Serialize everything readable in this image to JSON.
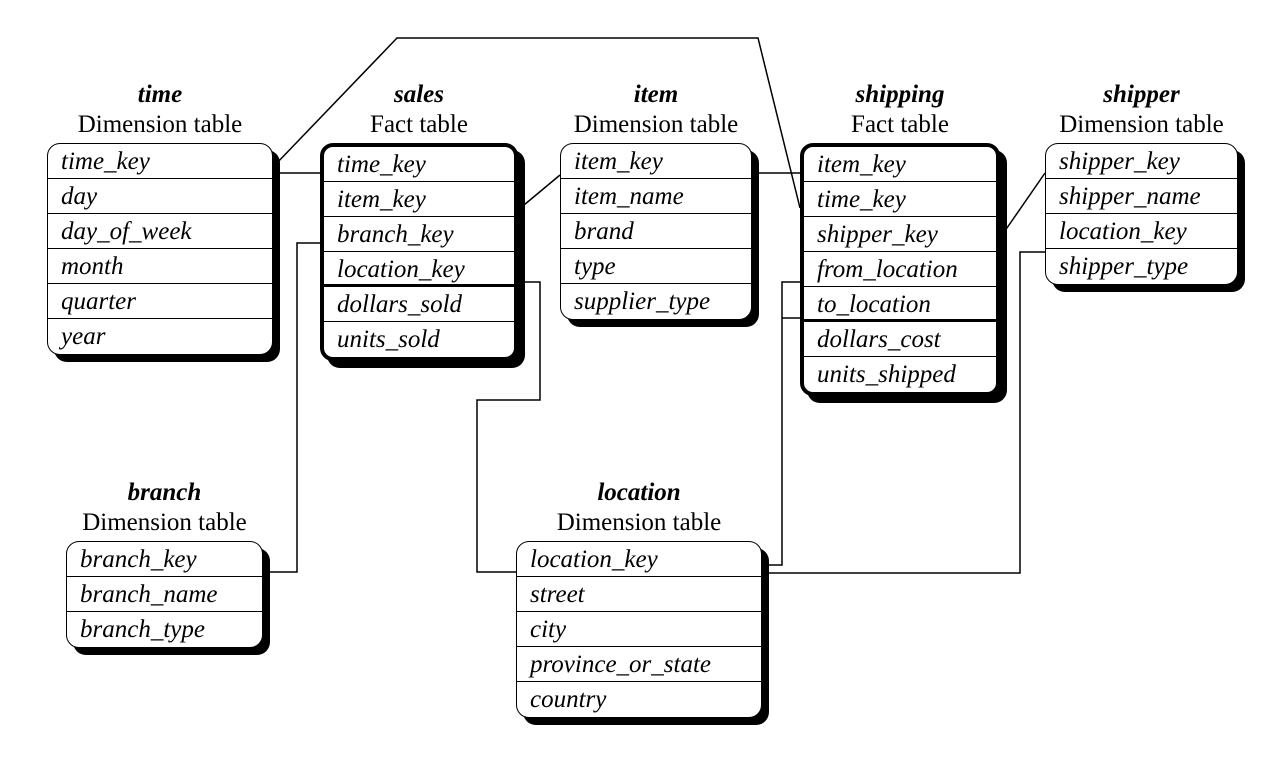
{
  "tables": {
    "time": {
      "name": "time",
      "kind": "Dimension table",
      "fields": [
        "time_key",
        "day",
        "day_of_week",
        "month",
        "quarter",
        "year"
      ]
    },
    "sales": {
      "name": "sales",
      "kind": "Fact table",
      "fields": [
        "time_key",
        "item_key",
        "branch_key",
        "location_key",
        "dollars_sold",
        "units_sold"
      ]
    },
    "item": {
      "name": "item",
      "kind": "Dimension table",
      "fields": [
        "item_key",
        "item_name",
        "brand",
        "type",
        "supplier_type"
      ]
    },
    "shipping": {
      "name": "shipping",
      "kind": "Fact table",
      "fields": [
        "item_key",
        "time_key",
        "shipper_key",
        "from_location",
        "to_location",
        "dollars_cost",
        "units_shipped"
      ]
    },
    "shipper": {
      "name": "shipper",
      "kind": "Dimension table",
      "fields": [
        "shipper_key",
        "shipper_name",
        "location_key",
        "shipper_type"
      ]
    },
    "branch": {
      "name": "branch",
      "kind": "Dimension table",
      "fields": [
        "branch_key",
        "branch_name",
        "branch_type"
      ]
    },
    "location": {
      "name": "location",
      "kind": "Dimension table",
      "fields": [
        "location_key",
        "street",
        "city",
        "province_or_state",
        "country"
      ]
    }
  }
}
